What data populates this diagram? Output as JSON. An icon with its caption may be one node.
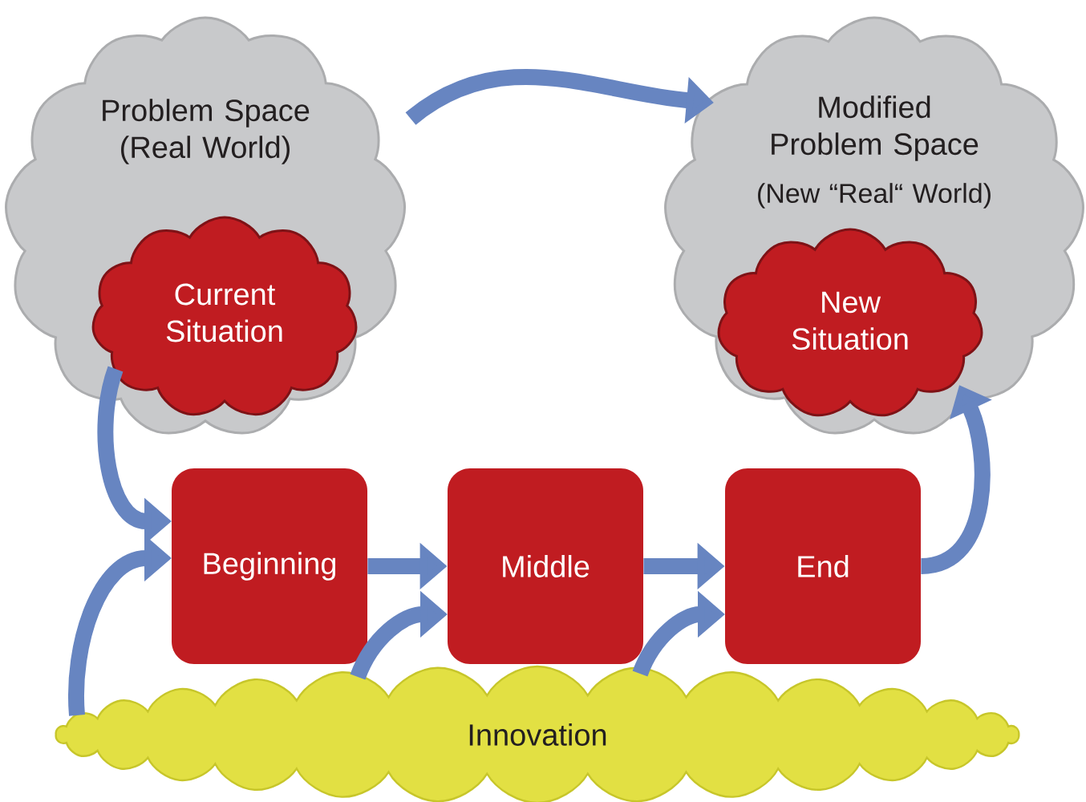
{
  "diagram": {
    "nodes": [
      {
        "text": [
          "Problem Space (Real World)"
        ]
      },
      {
        "text": [
          "Current Situation"
        ],
        "in": 0
      },
      {
        "text": [
          "Modified Problem Space",
          "(New “Real“ World)"
        ]
      },
      {
        "text": [
          "New Situation"
        ],
        "in": 2
      },
      {
        "text": [
          "Beginning"
        ]
      },
      {
        "text": [
          "Middle"
        ]
      },
      {
        "text": [
          "End"
        ]
      },
      {
        "text": [
          "Innovation"
        ]
      }
    ],
    "edges": [
      {
        "from": 0,
        "to": 2,
        "arrow": "to"
      },
      {
        "from": 1,
        "to": 4,
        "arrow": "to"
      },
      {
        "from": 4,
        "to": 5,
        "arrow": "to"
      },
      {
        "from": 5,
        "to": 6,
        "arrow": "to"
      },
      {
        "from": 6,
        "to": 3,
        "arrow": "to"
      },
      {
        "from": 7,
        "to": 4,
        "arrow": "to"
      },
      {
        "from": 7,
        "to": 5,
        "arrow": "to"
      },
      {
        "from": 7,
        "to": 6,
        "arrow": "to"
      }
    ]
  }
}
